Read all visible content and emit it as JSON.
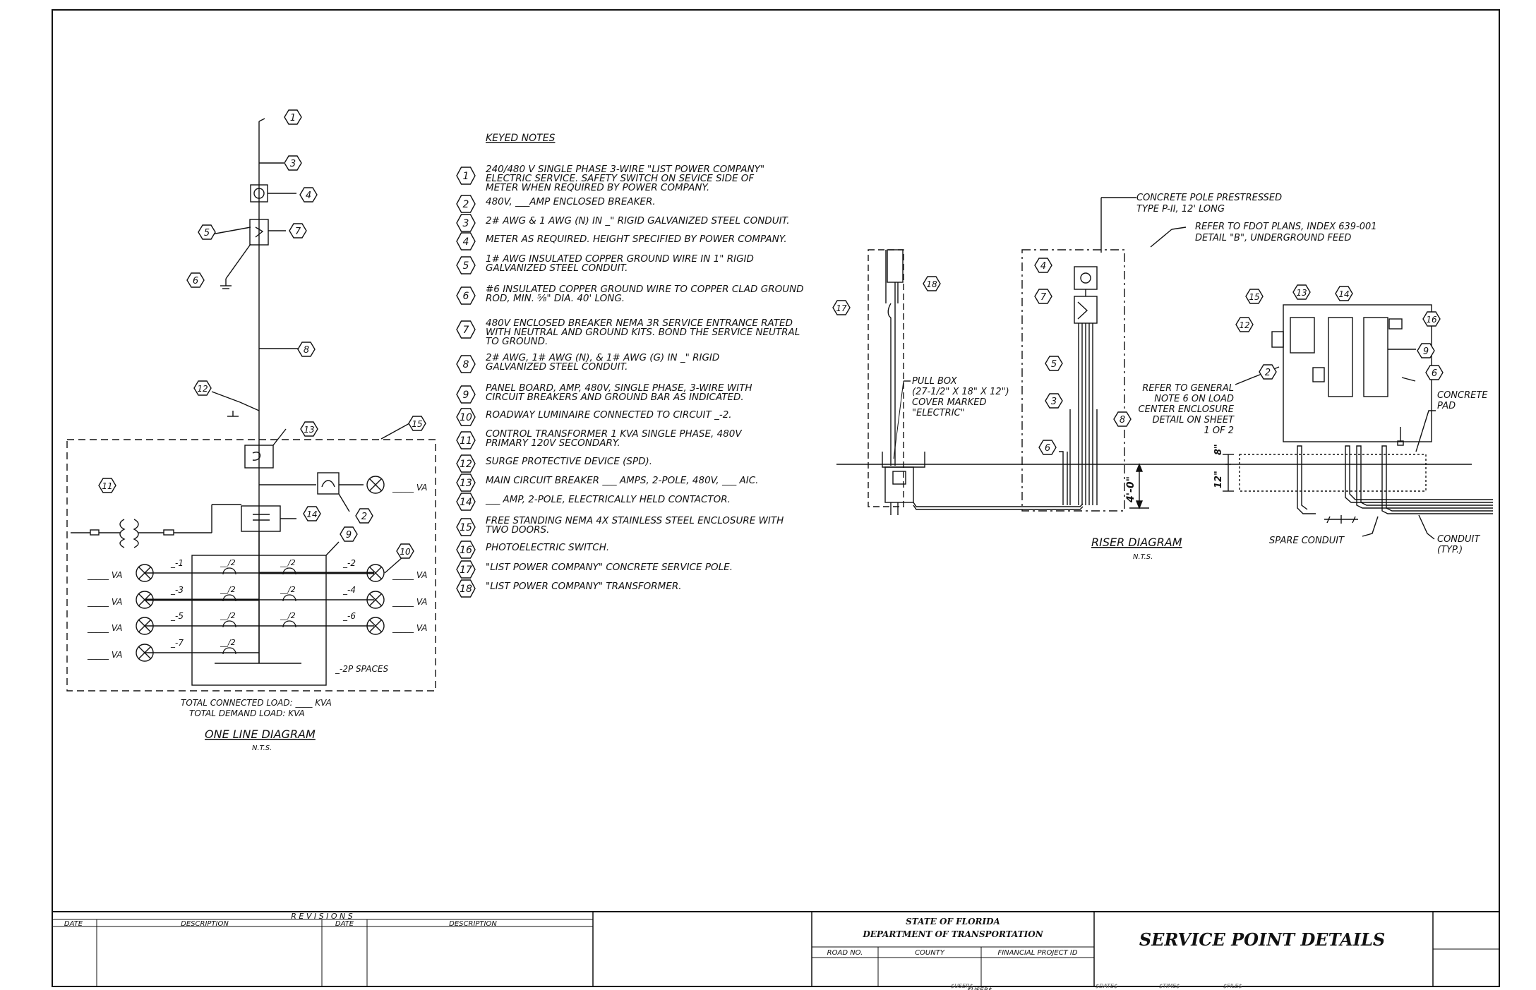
{
  "keyed_notes": {
    "title": "KEYED NOTES",
    "items": [
      {
        "num": "1",
        "lines": [
          "240/480 V SINGLE PHASE 3-WIRE \"LIST POWER COMPANY\"",
          "ELECTRIC SERVICE. SAFETY SWITCH ON SEVICE SIDE OF",
          "METER WHEN REQUIRED BY POWER COMPANY."
        ]
      },
      {
        "num": "2",
        "lines": [
          "480V, ___AMP ENCLOSED BREAKER."
        ]
      },
      {
        "num": "3",
        "lines": [
          "2#      AWG & 1     AWG (N) IN _\" RIGID GALVANIZED STEEL CONDUIT."
        ]
      },
      {
        "num": "4",
        "lines": [
          "METER AS REQUIRED. HEIGHT SPECIFIED BY POWER COMPANY."
        ]
      },
      {
        "num": "5",
        "lines": [
          "1#    AWG INSULATED COPPER GROUND WIRE IN 1\" RIGID",
          "GALVANIZED STEEL CONDUIT."
        ]
      },
      {
        "num": "6",
        "lines": [
          "#6 INSULATED COPPER GROUND WIRE TO COPPER CLAD GROUND",
          "ROD, MIN. ⅝\" DIA. 40' LONG."
        ]
      },
      {
        "num": "7",
        "lines": [
          "480V ENCLOSED BREAKER NEMA 3R SERVICE ENTRANCE RATED",
          "WITH NEUTRAL AND GROUND KITS. BOND THE SERVICE NEUTRAL",
          "TO GROUND."
        ]
      },
      {
        "num": "8",
        "lines": [
          "2#      AWG, 1#      AWG (N), & 1#      AWG (G) IN _\" RIGID",
          "GALVANIZED STEEL CONDUIT."
        ]
      },
      {
        "num": "9",
        "lines": [
          "PANEL BOARD,      AMP, 480V, SINGLE PHASE, 3-WIRE WITH",
          "CIRCUIT BREAKERS AND GROUND BAR AS INDICATED."
        ]
      },
      {
        "num": "10",
        "lines": [
          "ROADWAY LUMINAIRE CONNECTED TO CIRCUIT _-2."
        ]
      },
      {
        "num": "11",
        "lines": [
          "CONTROL TRANSFORMER 1 KVA SINGLE PHASE, 480V",
          "PRIMARY 120V SECONDARY."
        ]
      },
      {
        "num": "12",
        "lines": [
          "SURGE PROTECTIVE DEVICE (SPD)."
        ]
      },
      {
        "num": "13",
        "lines": [
          "MAIN CIRCUIT BREAKER ___ AMPS, 2-POLE, 480V, ___ AIC."
        ]
      },
      {
        "num": "14",
        "lines": [
          "___ AMP, 2-POLE, ELECTRICALLY HELD CONTACTOR."
        ]
      },
      {
        "num": "15",
        "lines": [
          "FREE STANDING NEMA 4X STAINLESS STEEL ENCLOSURE WITH",
          "TWO DOORS."
        ]
      },
      {
        "num": "16",
        "lines": [
          "PHOTOELECTRIC SWITCH."
        ]
      },
      {
        "num": "17",
        "lines": [
          "\"LIST POWER COMPANY\" CONCRETE SERVICE POLE."
        ]
      },
      {
        "num": "18",
        "lines": [
          "\"LIST POWER COMPANY\" TRANSFORMER."
        ]
      }
    ]
  },
  "one_line": {
    "title": "ONE LINE DIAGRAM",
    "nts": "N.T.S.",
    "load1": "TOTAL CONNECTED LOAD:  ____ KVA",
    "load2": "TOTAL DEMAND LOAD:        KVA",
    "spaces": "_-2P SPACES",
    "va": "VA",
    "va_blank": "_____ VA",
    "breaker": "__/2",
    "circuits": [
      "_-1",
      "_-2",
      "_-3",
      "_-4",
      "_-5",
      "_-6",
      "_-7"
    ]
  },
  "riser": {
    "title": "RISER DIAGRAM",
    "nts": "N.T.S.",
    "pole_note": [
      "CONCRETE POLE PRESTRESSED",
      "TYPE P-II, 12' LONG"
    ],
    "refer_note": [
      "REFER TO FDOT PLANS, INDEX 639-001",
      "DETAIL \"B\", UNDERGROUND FEED"
    ],
    "pull_box": [
      "PULL BOX",
      "(27-1/2\" X 18\" X 12\")",
      "COVER MARKED",
      "\"ELECTRIC\""
    ],
    "general_note": [
      "REFER TO GENERAL",
      "NOTE 6 ON LOAD",
      "CENTER ENCLOSURE",
      "DETAIL ON SHEET",
      "1 OF 2"
    ],
    "pad": [
      "CONCRETE",
      "PAD"
    ],
    "spare": "SPARE CONDUIT",
    "conduit": [
      "CONDUIT",
      "(TYP.)"
    ],
    "dim_4ft": "4'-0\"",
    "dim_8": "8\"",
    "dim_12": "12\""
  },
  "title_block": {
    "revisions": "R E V I S I O N S",
    "date": "DATE",
    "description": "DESCRIPTION",
    "state": "STATE OF FLORIDA",
    "dept": "DEPARTMENT OF TRANSPORTATION",
    "road_no": "ROAD NO.",
    "county": "COUNTY",
    "fpid": "FINANCIAL PROJECT ID",
    "sheet_title": "SERVICE POINT DETAILS",
    "user": "$USER$",
    "date_var": "$DATE$",
    "time_var": "$TIME$",
    "file_var": "$FILE$"
  }
}
